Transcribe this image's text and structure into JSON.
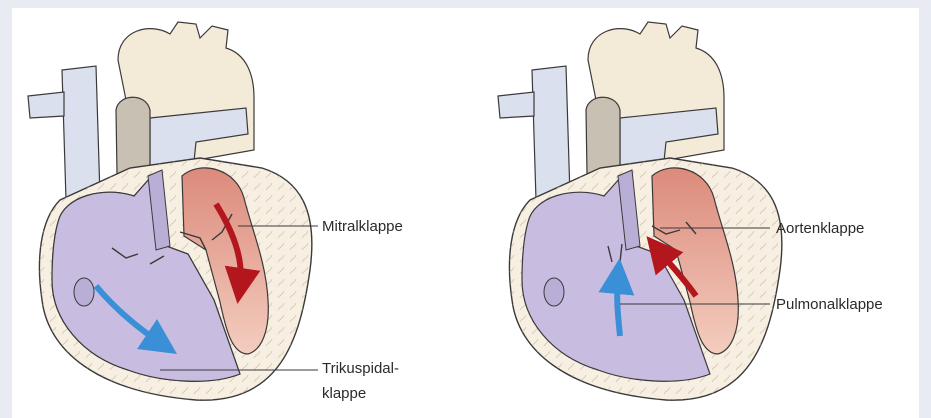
{
  "colors": {
    "background": "#e9ebf3",
    "panel": "#ffffff",
    "outline": "#3a3a3a",
    "vessel_cream": "#f4ead8",
    "vessel_blue": "#dbe0ee",
    "vessel_grey": "#c8c0b2",
    "right_chamber": "#c8bde0",
    "left_chamber": "#e7a090",
    "myocardium": "#f7efe2",
    "arrow_red": "#b3171d",
    "arrow_blue": "#3a8fd6"
  },
  "diagrams": [
    {
      "labels": {
        "mitral": "Mitralklappe",
        "tricuspid_line1": "Trikuspidal-",
        "tricuspid_line2": "klappe"
      },
      "arrows": {
        "red": "red-down-arrow",
        "blue": "blue-diagonal-arrow"
      }
    },
    {
      "labels": {
        "aortic": "Aortenklappe",
        "pulmonary": "Pulmonalklappe"
      },
      "arrows": {
        "red": "red-up-arrow",
        "blue": "blue-up-arrow"
      }
    }
  ]
}
